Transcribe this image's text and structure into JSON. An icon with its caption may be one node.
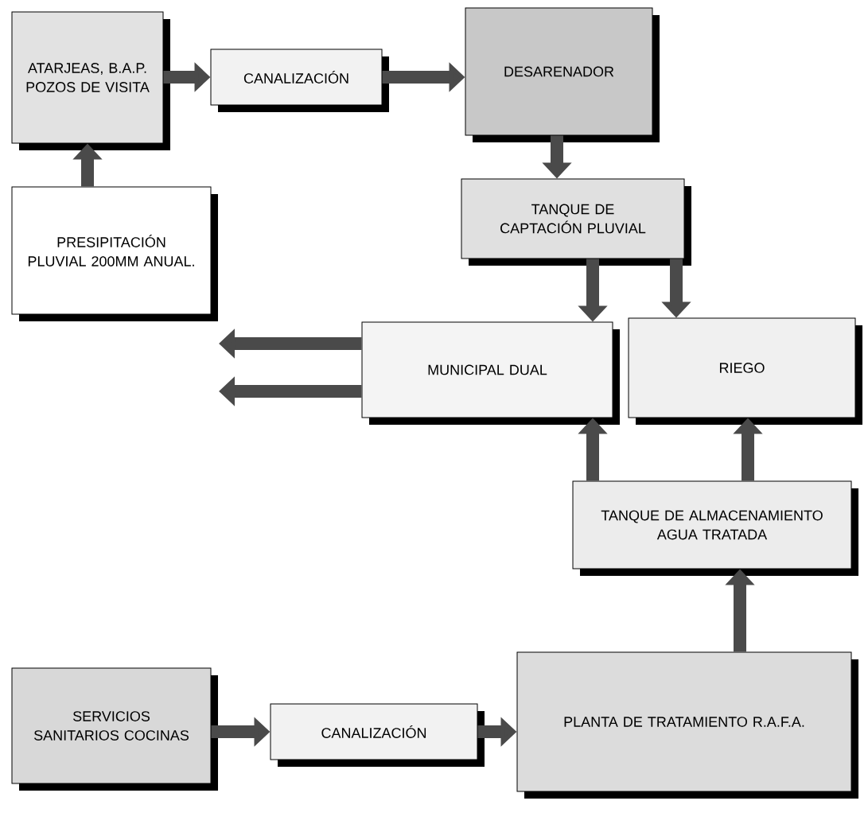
{
  "diagram": {
    "nodes": [
      {
        "text": [
          "ATARJEAS, B.A.P. POZOS DE VISITA"
        ]
      },
      {
        "text": [
          "CANALIZACIÓN"
        ]
      },
      {
        "text": [
          "DESARENADOR"
        ]
      },
      {
        "text": [
          "PRESIPITACIÓN PLUVIAL 200MM ANUAL."
        ]
      },
      {
        "text": [
          "TANQUE DE CAPTACIÓN PLUVIAL"
        ]
      },
      {
        "text": [
          "MUNICIPAL DUAL"
        ]
      },
      {
        "text": [
          "RIEGO"
        ]
      },
      {
        "text": [
          "TANQUE DE ALMACENAMIENTO AGUA TRATADA"
        ]
      },
      {
        "text": [
          "SERVICIOS SANITARIOS COCINAS"
        ]
      },
      {
        "text": [
          "CANALIZACIÓN"
        ]
      },
      {
        "text": [
          "PLANTA DE TRATAMIENTO R.A.F.A."
        ]
      }
    ],
    "edges": [
      {
        "from": 0,
        "to": 1,
        "arrow": "to"
      },
      {
        "from": 1,
        "to": 2,
        "arrow": "to"
      },
      {
        "from": 2,
        "to": 4,
        "arrow": "to"
      },
      {
        "from": 3,
        "to": 0,
        "arrow": "to"
      },
      {
        "from": 4,
        "to": 5,
        "arrow": "to"
      },
      {
        "from": 4,
        "to": 6,
        "arrow": "to"
      },
      {
        "from": 7,
        "to": 5,
        "arrow": "to"
      },
      {
        "from": 7,
        "to": 6,
        "arrow": "to"
      },
      {
        "from": 10,
        "to": 7,
        "arrow": "to"
      },
      {
        "from": 8,
        "to": 9,
        "arrow": "to"
      },
      {
        "from": 9,
        "to": 10,
        "arrow": "to"
      },
      {
        "from": 5,
        "to": null,
        "arrow": "to"
      },
      {
        "from": 5,
        "to": null,
        "arrow": "to"
      }
    ]
  }
}
